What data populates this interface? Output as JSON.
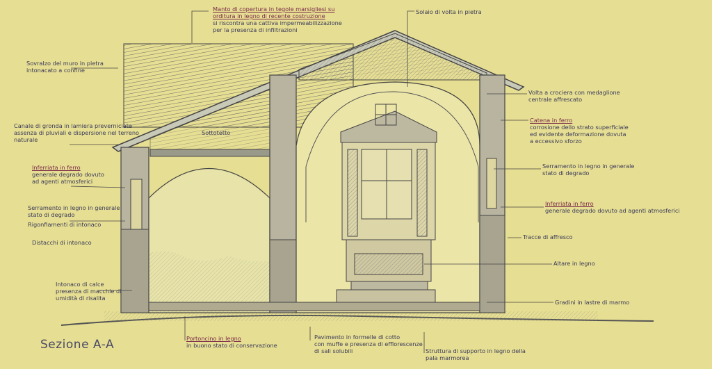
{
  "title": "Sezione A-A",
  "annotations": {
    "manto": [
      "Manto di copertura in tegole marsigliesi su",
      "orditura in legno di recente costruzione",
      "si riscontra una cattiva impermeabilizzazione",
      "per la presenza di infiltrazioni"
    ],
    "solaio": [
      "Solaio di volta in pietra"
    ],
    "sovralzo": [
      "Sovralzo del muro in pietra",
      "intonacato a confine"
    ],
    "canale": [
      "Canale di gronda in lamiera preverniciata",
      "assenza di pluviali e dispersione nel terreno",
      "naturale"
    ],
    "inferriata_l": [
      "Inferriata in ferro",
      "generale degrado dovuto",
      "ad agenti atmosferici"
    ],
    "serramento_l": [
      "Serramento in legno in generale",
      "stato di degrado"
    ],
    "rigonfiamenti": [
      "Rigonfiamenti di intonaco"
    ],
    "distacchi": [
      "Distacchi di intonaco"
    ],
    "intonaco": [
      "Intonaco di calce",
      "presenza di macchie di",
      "umidità di risalita"
    ],
    "sottotetto": [
      "Sottotetto"
    ],
    "portoncino": [
      "Portoncino in legno",
      "in buono stato di conservazione"
    ],
    "pavimento": [
      "Pavimento in formelle di cotto",
      "con muffe e presenza di efflorescenze",
      "di sali solubili"
    ],
    "struttura": [
      "Struttura di supporto in legno della",
      "pala marmorea"
    ],
    "volta": [
      "Volta a crociera con medaglione",
      "centrale affrescato"
    ],
    "catena": [
      "Catena in ferro",
      "corrosione dello strato superficiale",
      "ed evidente deformazione dovuta",
      "a eccessivo sforzo"
    ],
    "serramento_r": [
      "Serramento in legno in generale",
      "stato di degrado"
    ],
    "inferriata_r": [
      "Inferriata in ferro",
      "generale degrado dovuto ad agenti atmosferici"
    ],
    "tracce": [
      "Tracce di affresco"
    ],
    "altare": [
      "Altare in legno"
    ],
    "gradini": [
      "Gradini in lastre di marmo"
    ]
  }
}
